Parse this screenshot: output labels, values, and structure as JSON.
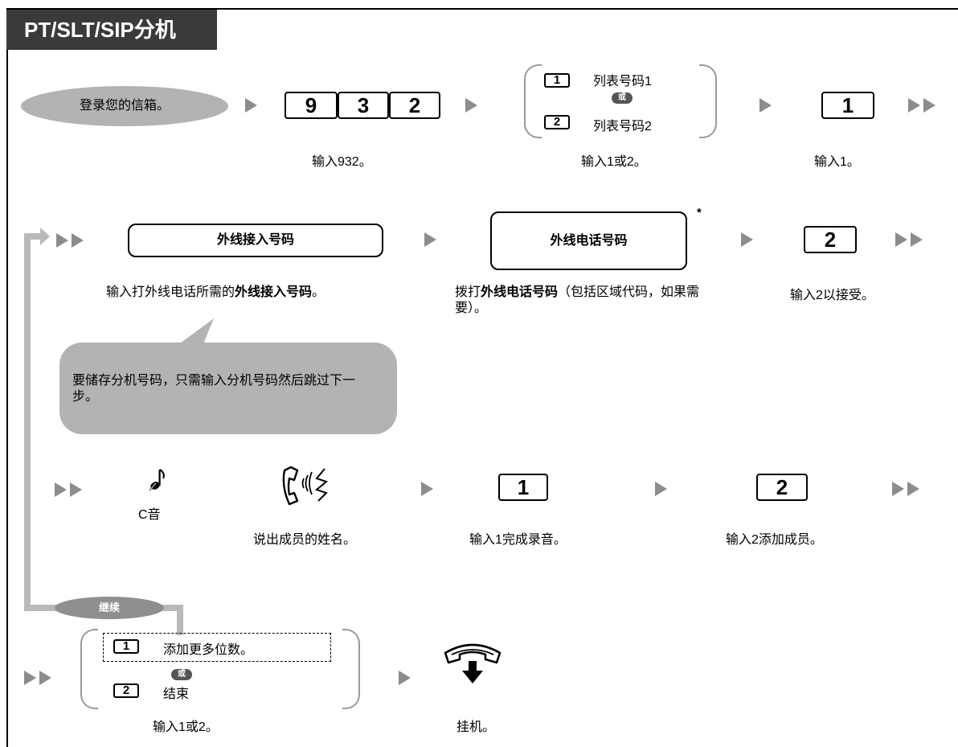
{
  "title": "PT/SLT/SIP分机",
  "row1": {
    "login_bubble": "登录您的信箱。",
    "keys_932": [
      "9",
      "3",
      "2"
    ],
    "caption_932": "输入932。",
    "option_1_key": "1",
    "option_1_label": "列表号码1",
    "or_label": "或",
    "option_2_key": "2",
    "option_2_label": "列表号码2",
    "caption_1or2": "输入1或2。",
    "key_1": "1",
    "caption_1": "输入1。"
  },
  "row2": {
    "line_access_box": "外线接入号码",
    "line_access_caption": "输入打外线电话所需的外线接入号码。",
    "ext_phone_box": "外线电话号码",
    "asterisk": "*",
    "ext_phone_caption": "拨打外线电话号码（包括区域代码，如果需要）。",
    "key_2": "2",
    "caption_2_accept": "输入2以接受。"
  },
  "note_bubble": "要储存分机号码，只需输入分机号码然后跳过下一步。",
  "row3": {
    "tone_label": "C音",
    "speak_caption": "说出成员的姓名。",
    "key_1": "1",
    "caption_1_done": "输入1完成录音。",
    "key_2": "2",
    "caption_2_add": "输入2添加成员。"
  },
  "row4": {
    "continue_label": "继续",
    "option_1_key": "1",
    "option_1_label": "添加更多位数。",
    "or_label": "或",
    "option_2_key": "2",
    "option_2_label": "结束",
    "caption_1or2": "输入1或2。",
    "hangup_caption": "挂机。"
  },
  "colors": {
    "header_bg": "#3a3a3a",
    "arrow": "#8c8c8c",
    "bubble": "#b3b3b3",
    "flow_line": "#b9b9b9"
  }
}
